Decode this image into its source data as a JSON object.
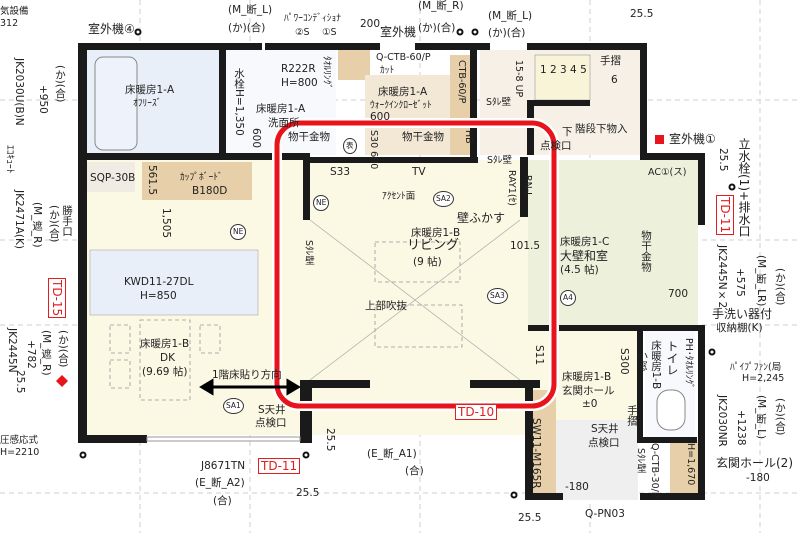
{
  "colors": {
    "wall": "#1a1a1a",
    "highlight": "#e8141b",
    "bath": "#e8eff8",
    "living": "#fbf8e4",
    "japanese_room": "#edf1dc",
    "storage": "#e7d0a9",
    "stair": "#f6f0e6",
    "entrance": "#efefef"
  },
  "labels": {
    "edge_equipment": "気設備",
    "edge_312": "312",
    "outdoor_unit_4": "室外機④",
    "m_dan_l_1": "(M_断_L)",
    "ka_go_1": "(か)(合)",
    "power_conditioner": "ﾊﾟﾜｰｺﾝﾃﾞｨｼｮﾅ",
    "pc_2s": "②S",
    "pc_1s": "①S",
    "dim_200": "200",
    "outdoor_unit": "室外機",
    "m_dan_r_top": "(M_断_R)",
    "ka_go_2": "(か)(合)",
    "m_dan_l_2": "(M_断_L)",
    "ka_go_3": "(か)(合)",
    "dim_255_top": "25.5",
    "bath_floorheat": "床暖房1-A",
    "bath_series": "ｵﾌﾘｰｽﾞ",
    "jk2030u": "JK2030U(B)N",
    "plus950": "+950",
    "ka_go_4": "(か)(合)",
    "r222r": "R222R",
    "h800": "H=800",
    "towel_ring_1": "ﾀｵﾙﾘﾝｸﾞ",
    "faucet_h": "水栓H=1,350",
    "wash_floorheat": "床暖房1-A",
    "washroom": "洗面所",
    "dim_600_wash": "600",
    "drying_hw_1": "物干金物",
    "qctb60p": "Q-CTB-60/P",
    "cut": "ｶｯﾄ",
    "wic_floorheat": "床暖房1-A",
    "walkin_closet": "ｳｫｰｸｲﾝｸﾛｰｾﾞｯﾄ",
    "dim_600_wic": "600",
    "ctb60p": "CTB-60/P",
    "stair_up": "15-8 UP",
    "stair_steps": "1 2 3 4 5",
    "handrail_1": "手摺",
    "step6": "6",
    "s_tare_wall_1": "Sﾀﾚ壁",
    "under_stair_storage": "階段下物入",
    "under_stair_hatch": "下",
    "inspection_hatch_1": "点検口",
    "outdoor_unit_1": "室外機①",
    "dim_255_r1": "25.5",
    "outdoor_faucet": "立水栓(1)+排水口",
    "td11_right": "TD-11",
    "jk2445n_x2": "JK2445N×2",
    "plus575": "+575",
    "m_dan_lr": "(M_断_LR)",
    "ka_go_5": "(か)(合)",
    "handwash_storage_1": "手洗い器付",
    "handwash_storage_2": "収納棚(K)",
    "pipe_fan": "ﾊﾟｲﾌﾟﾌｧﾝ(局",
    "h2245": "H=2,245",
    "jk2030nr": "JK2030NR",
    "plus1238": "+1238",
    "m_dan_l_3": "(M_断_L)",
    "ka_go_6": "(か)(合)",
    "entrance_hall_2": "玄関ホール(2)",
    "minus180_r": "-180",
    "sw11": "SW11-M165R",
    "qpn03": "Q-PN03",
    "dim_255_b2": "25.5",
    "hall_floorheat": "床暖房1-B",
    "entrance_hall": "玄関ホール",
    "pm0": "±0",
    "s_ceiling_2": "S天井",
    "inspection_hatch_2": "点検口",
    "minus180": "-180",
    "handrail_2": "手摺",
    "s_tare_wall_2": "Sﾀﾚ壁",
    "qctb30p": "Q-CTB-30/P",
    "h1670": "H=1,670",
    "s300": "S300",
    "small_window": "小窓",
    "toilet_floorheat": "床暖房1-B",
    "toilet": "トイレ",
    "ph_towel": "PH･ﾀｵﾙﾘﾝｸﾞ",
    "s11": "S11",
    "jp_floorheat": "床暖房1-C",
    "japanese_room": "大壁和室",
    "jp_size": "(4.5 帖)",
    "ac1": "AC①(ス)",
    "drying_hw_3": "物干金物",
    "dim_700": "700",
    "sa4": "A4",
    "s33": "S33",
    "tv": "TV",
    "accent_wall": "ｱｸｾﾝﾄ面",
    "sa2": "SA2",
    "s_tare_wall_3": "Sﾀﾚ壁",
    "ray1": "RAY1(ｾ)",
    "rn_l": "RN-L",
    "wall_thicken": "壁ふかす",
    "dim_1015": "101.5",
    "living_floorheat": "床暖房1-B",
    "living": "リビング",
    "living_size": "(9 帖)",
    "open_ceiling": "上部吹抜",
    "sa3": "SA3",
    "s_tare_wall_4": "Sﾀﾚ壁",
    "ne_living": "NE",
    "s30_600": "S30 600",
    "drying_hw_2": "物干金物",
    "hb": "HB",
    "omote": "表",
    "ecocute": "ｴｺｷｭｰﾄ",
    "jk2471a": "JK2471A(K)",
    "m_sha_r_1": "(M_遮_R)",
    "ka_go_7": "(か)(合)",
    "back_door": "勝手口",
    "sqp30b": "SQP-30B",
    "cupboard": "ｶｯﾌﾟﾎﾞｰﾄﾞ",
    "b180d": "B180D",
    "dim_5615": "561.5",
    "dim_1505": "1,505",
    "ne_kitchen": "NE",
    "kwd11": "KWD11-27DL",
    "h850": "H=850",
    "td15": "TD-15",
    "jk2445n": "JK2445N",
    "plus782": "+782",
    "m_sha_r_2": "(M_遮_R)",
    "ka_go_8": "(か)(合)",
    "dim_255_l": "25.5",
    "dk_floorheat": "床暖房1-B",
    "dk": "DK",
    "dk_size": "(9.69 帖)",
    "floor_direction": "1階床貼り方向",
    "sa1": "SA1",
    "s_ceiling_1": "S天井",
    "inspection_hatch_3": "点検口",
    "pressure_sensor": "圧感応式",
    "h2210": "H=2210",
    "j8671tn": "J8671TN",
    "e_dan_a2": "(E_断_A2)",
    "go_1": "(合)",
    "td11_bottom": "TD-11",
    "dim_255_b1": "25.5",
    "dim_255_b3": "25.5",
    "e_dan_a1": "(E_断_A1)",
    "go_2": "(合)",
    "td10": "TD-10"
  }
}
